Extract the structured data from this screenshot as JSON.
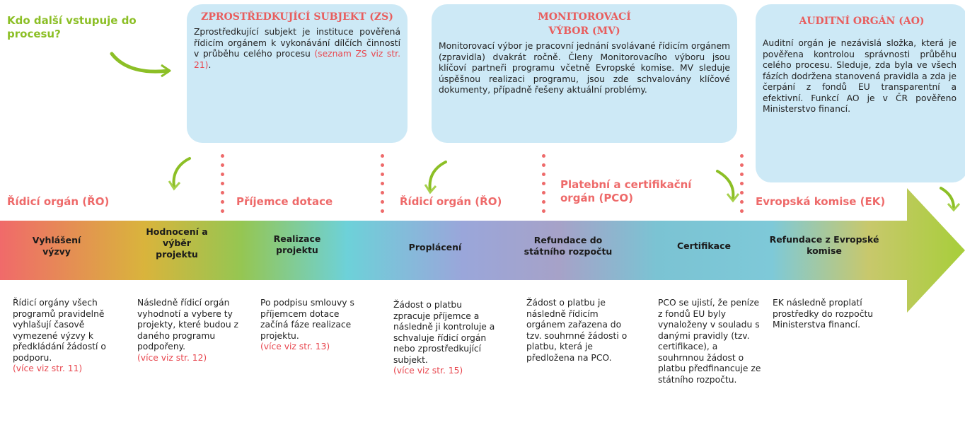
{
  "question": "Kdo další vstupuje do procesu?",
  "boxes": [
    {
      "title": "ZPROSTŘEDKUJÍCÍ SUBJEKT (ZS)",
      "body": "Zprostředkující subjekt je instituce pověřená řídicím orgánem k vykonávání dílčích činností v průběhu celého procesu",
      "link": "(seznam ZS viz str. 21)",
      "after": "."
    },
    {
      "title": "MONITOROVACÍ VÝBOR (MV)",
      "body": "Monitorovací výbor je pracovní jednání svolávané řídicím orgánem (zpravidla) dvakrát ročně. Členy Monitorovacího výboru jsou klíčoví partneři programu včetně Evropské komise. MV sleduje úspěšnou realizaci programu, jsou zde schvalovány klíčové dokumenty, případně řešeny aktuální problémy."
    },
    {
      "title": "AUDITNÍ ORGÁN (AO)",
      "body": "Auditní orgán je nezávislá složka, která je pověřena kontrolou správnosti průběhu celého procesu. Sleduje, zda byla ve všech fázích dodržena stanovená pravidla a zda je čerpání z fondů EU transparentní a efektivní. Funkcí AO je v ČR pověřeno Ministerstvo financí."
    }
  ],
  "roles": [
    "Řídicí orgán (ŘO)",
    "Příjemce dotace",
    "Řídicí orgán (ŘO)",
    "Platební a certifikační orgán (PCO)",
    "Evropská komise (EK)"
  ],
  "stages": [
    "Vyhlášení výzvy",
    "Hodnocení a výběr projektu",
    "Realizace projektu",
    "Proplácení",
    "Refundace do státního rozpočtu",
    "Certifikace",
    "Refundace z Evropské komise"
  ],
  "descriptions": [
    {
      "text": "Řídicí orgány všech programů pravidelně vyhlašují časově vymezené výzvy k předkládání žádostí o podporu.",
      "link": "(více viz str. 11)"
    },
    {
      "text": "Následně řídicí orgán vyhodnotí a vybere ty projekty, které budou z daného programu podpořeny.",
      "link": "(více viz str. 12)"
    },
    {
      "text": "Po podpisu smlouvy s příjemcem dotace začíná fáze realizace projektu.",
      "link": "(více viz str. 13)"
    },
    {
      "text": "Žádost o platbu zpracuje příjemce a následně ji kontroluje a schvaluje řídicí orgán nebo zprostředkující subjekt.",
      "link": "(více viz str. 15)"
    },
    {
      "text": "Žádost o platbu je následně řídicím orgánem zařazena do tzv. souhrnné žádosti o platbu, která je předložena na PCO.",
      "link": ""
    },
    {
      "text": "PCO se ujistí, že peníze z fondů EU byly vynaloženy v souladu s danými pravidly (tzv. certifikace), a souhrnnou žádost o platbu předfinancuje ze státního rozpočtu.",
      "link": ""
    },
    {
      "text": "EK následně proplatí prostředky do rozpočtu Ministerstva financí.",
      "link": ""
    }
  ],
  "colors": {
    "accent_green": "#8cbf26",
    "role_red": "#ee6a6a",
    "box_blue": "#cde9f6",
    "box_title_red": "#e85d5d"
  }
}
